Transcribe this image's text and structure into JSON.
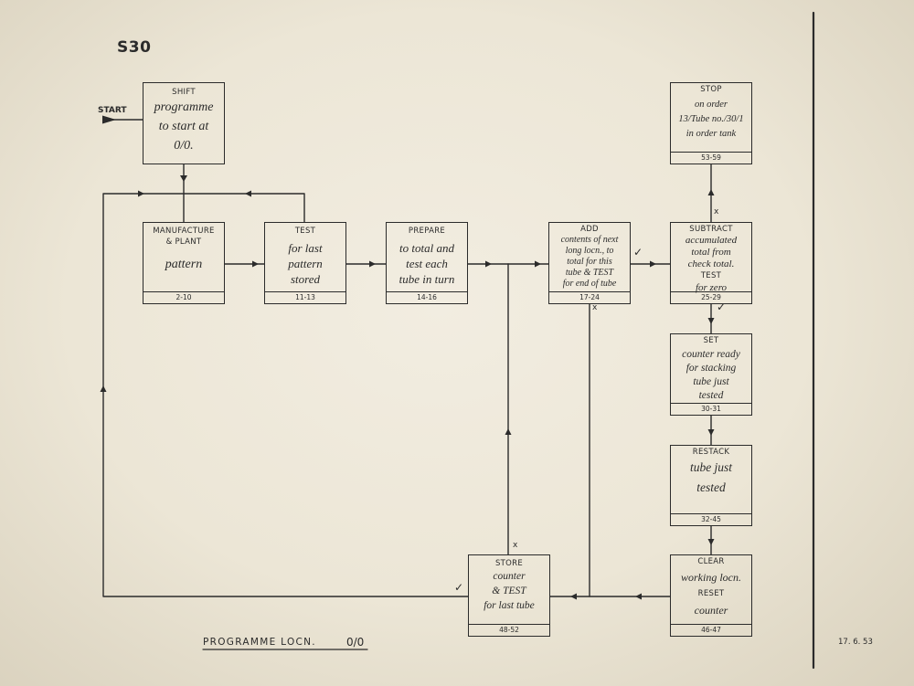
{
  "colors": {
    "ink": "#2b2b2b",
    "paper": "#ece6d6",
    "edge": "#d9d1bd"
  },
  "sheet": {
    "code": "S30",
    "start": "START",
    "footer_label": "PROGRAMME LOCN.",
    "footer_locn": "0/0",
    "date": "17. 6. 53"
  },
  "marks": {
    "tick": "✓",
    "cross": "x"
  },
  "boxes": {
    "shift": {
      "lines": [
        "SHIFT",
        "programme",
        "to start at",
        "0/0."
      ]
    },
    "manufacture": {
      "lines": [
        "MANUFACTURE",
        "& PLANT",
        "pattern"
      ],
      "locn": "2-10"
    },
    "test": {
      "lines": [
        "TEST",
        "for last",
        "pattern",
        "stored"
      ],
      "locn": "11-13"
    },
    "prepare": {
      "lines": [
        "PREPARE",
        "to total and",
        "test each",
        "tube in turn"
      ],
      "locn": "14-16"
    },
    "add": {
      "lines": [
        "ADD",
        "contents of next",
        "long locn., to",
        "total for this",
        "tube & TEST",
        "for end of tube"
      ],
      "locn": "17-24"
    },
    "subtract": {
      "lines": [
        "SUBTRACT",
        "accumulated",
        "total from",
        "check total.",
        "TEST",
        "for zero"
      ],
      "locn": "25-29"
    },
    "stop": {
      "lines": [
        "STOP",
        "on order",
        "13/Tube no./30/1",
        "in order tank"
      ],
      "locn": "53-59"
    },
    "set": {
      "lines": [
        "SET",
        "counter ready",
        "for stacking",
        "tube just",
        "tested"
      ],
      "locn": "30-31"
    },
    "restack": {
      "lines": [
        "RESTACK",
        "tube just",
        "tested"
      ],
      "locn": "32-45"
    },
    "clear": {
      "lines": [
        "CLEAR",
        "working locn.",
        "RESET",
        "counter"
      ],
      "locn": "46-47"
    },
    "store": {
      "lines": [
        "STORE",
        "counter",
        "& TEST",
        "for last tube"
      ],
      "locn": "48-52"
    }
  }
}
